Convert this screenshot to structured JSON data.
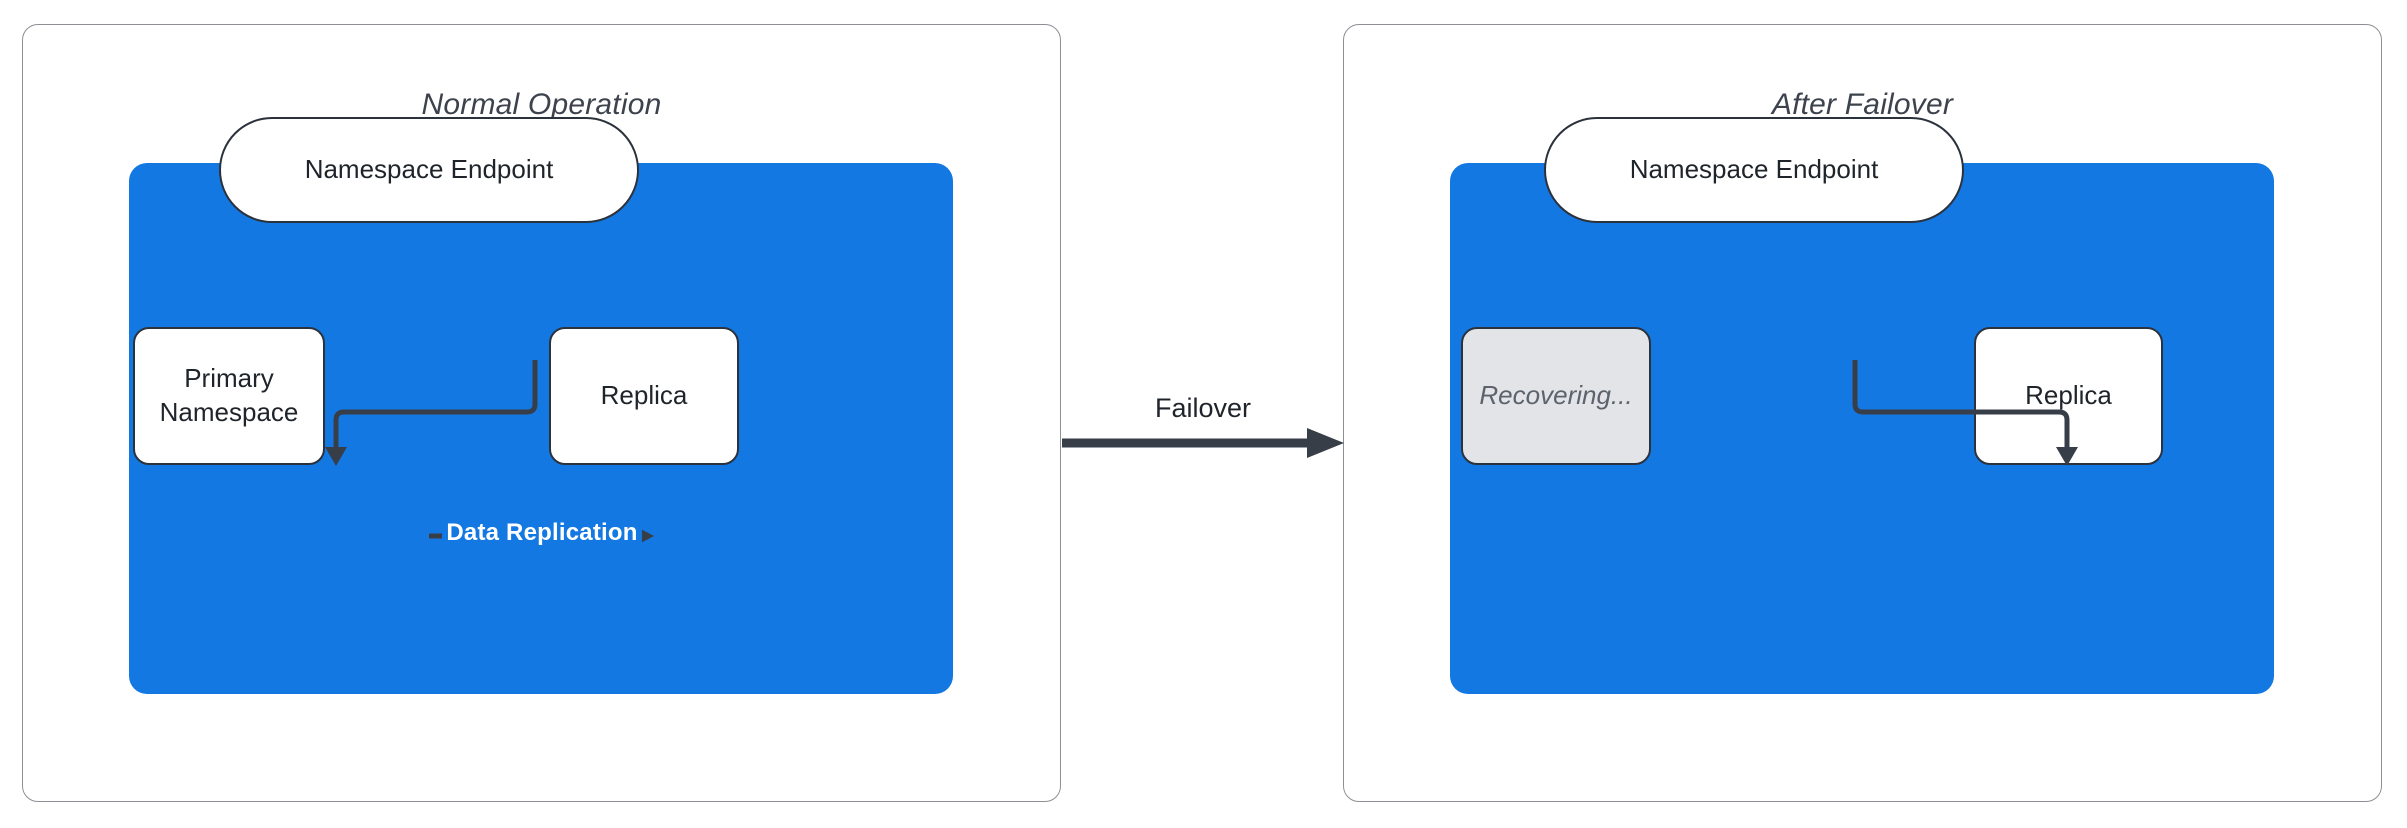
{
  "colors": {
    "canvas-bg": "#ffffff",
    "cluster-blue": "#1478e3",
    "edge-stroke": "#373e48",
    "node-border": "#2b323c",
    "node-bg": "#ffffff",
    "node-text": "#1f242b",
    "title-text": "#3d434d",
    "recovering-bg": "#e2e4e8",
    "recovering-text": "#5c636d",
    "panel-border": "#8c8f94",
    "replication-label-text": "#ffffff"
  },
  "panels": [
    {
      "title": "Normal Operation",
      "endpoint": "Namespace Endpoint",
      "nodes": {
        "primary": "Primary Namespace",
        "replica": "Replica"
      },
      "edges": {
        "replication": "Data Replication"
      }
    },
    {
      "title": "After Failover",
      "endpoint": "Namespace Endpoint",
      "nodes": {
        "recovering": "Recovering...",
        "replica": "Replica"
      }
    }
  ],
  "transition": {
    "label": "Failover"
  }
}
